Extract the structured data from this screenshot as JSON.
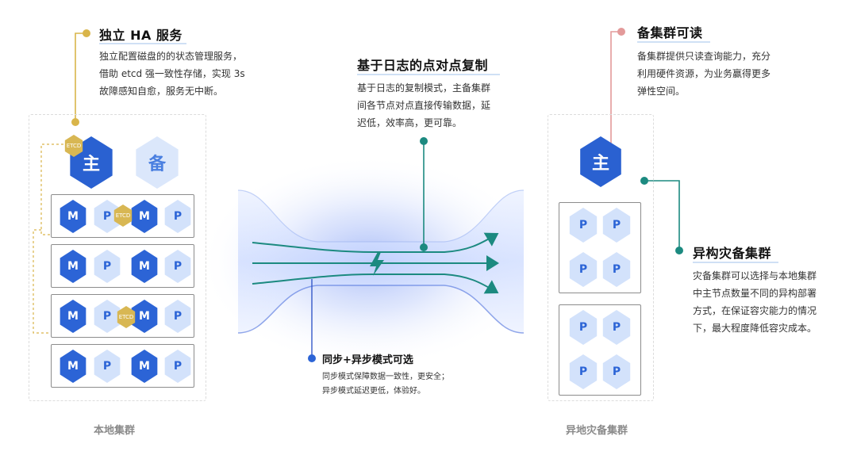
{
  "ha": {
    "title": "独立 HA 服务",
    "desc": [
      "独立配置磁盘的的状态管理服务，",
      "借助 etcd 强一致性存储，实现 3s",
      "故障感知自愈，服务无中断。"
    ]
  },
  "p2p": {
    "title": "基于日志的点对点复制",
    "desc": [
      "基于日志的复制模式，主备集群",
      "间各节点对点直接传输数据，延",
      "迟低，效率高，更可靠。"
    ]
  },
  "readable": {
    "title": "备集群可读",
    "desc": [
      "备集群提供只读查询能力，充分",
      "利用硬件资源，为业务赢得更多",
      "弹性空间。"
    ]
  },
  "hetero": {
    "title": "异构灾备集群",
    "desc": [
      "灾备集群可以选择与本地集群",
      "中主节点数量不同的异构部署",
      "方式，在保证容灾能力的情况",
      "下，最大程度降低容灾成本。"
    ]
  },
  "sync": {
    "title": "同步+异步模式可选",
    "desc": [
      "同步模式保障数据一致性，更安全；",
      "异步模式延迟更低，体验好。"
    ]
  },
  "local": {
    "caption": "本地集群",
    "main_label": "主",
    "backup_label": "备",
    "etcd_label": "ETCD",
    "rows": [
      [
        "M",
        "P",
        "M",
        "P"
      ],
      [
        "M",
        "P",
        "M",
        "P"
      ],
      [
        "M",
        "P",
        "M",
        "P"
      ],
      [
        "M",
        "P",
        "M",
        "P"
      ]
    ]
  },
  "remote": {
    "caption": "异地灾备集群",
    "main_label": "主",
    "groups": [
      [
        "P",
        "P",
        "P",
        "P"
      ],
      [
        "P",
        "P",
        "P",
        "P"
      ]
    ]
  },
  "colors": {
    "gold": "#d9b54a",
    "pink": "#e39a9a",
    "teal": "#1c8a80",
    "blue": "#2c64d6",
    "light_blue": "#d3e2fb"
  }
}
